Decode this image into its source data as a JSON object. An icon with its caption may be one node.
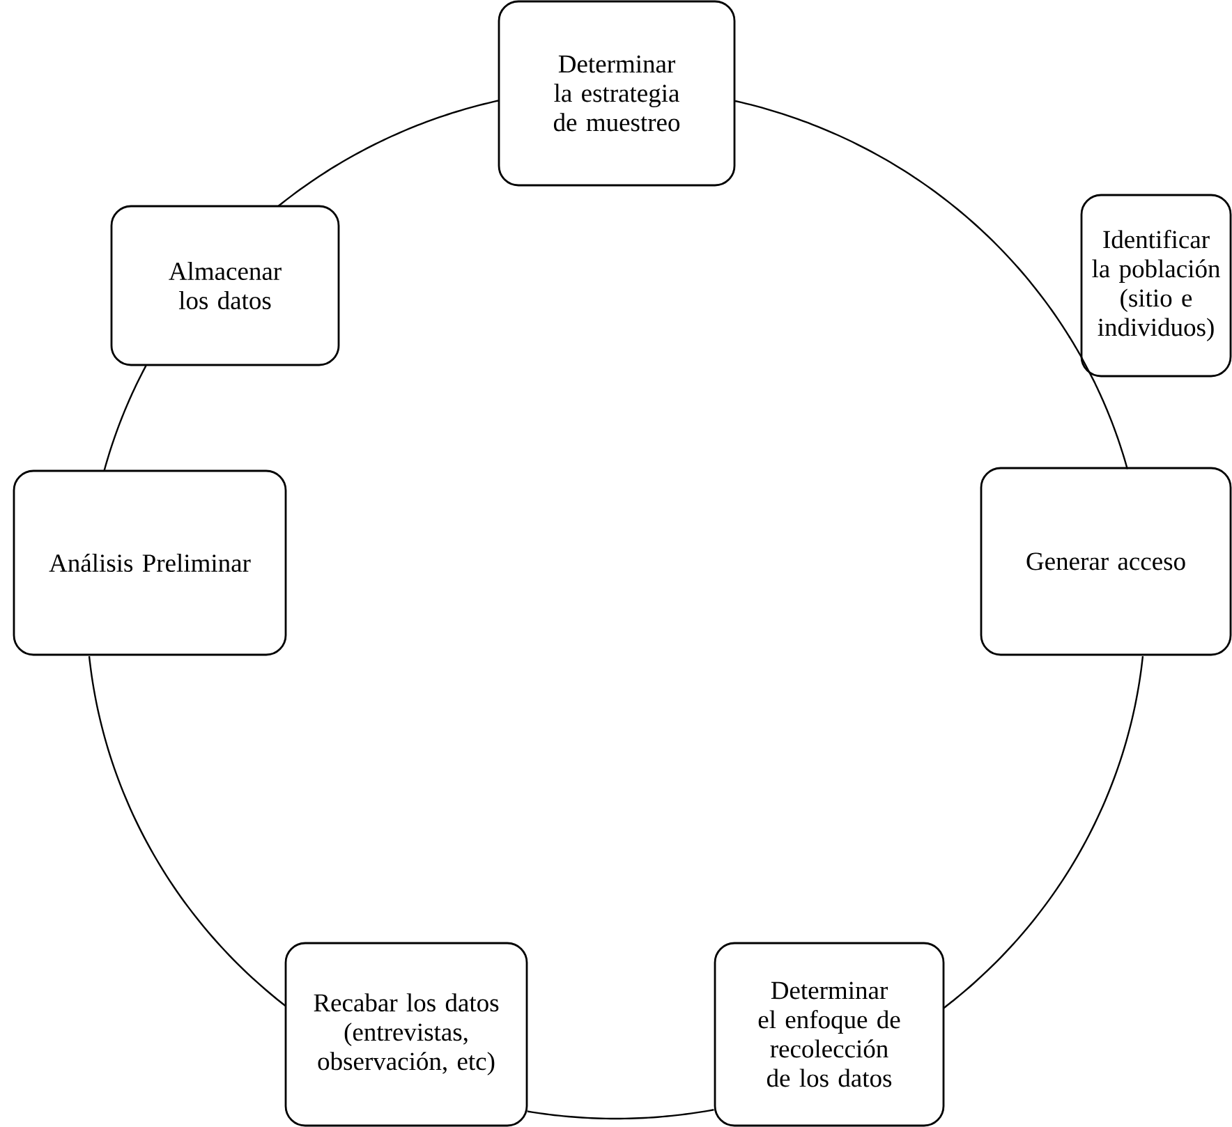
{
  "diagram": {
    "nodes": [
      {
        "text": [
          "Determinar la estrategia de muestreo"
        ]
      },
      {
        "text": [
          "Identificar la población (sitio e individuos)"
        ]
      },
      {
        "text": [
          "Generar acceso"
        ]
      },
      {
        "text": [
          "Determinar el enfoque de recolección de los datos"
        ]
      },
      {
        "text": [
          "Recabar los datos (entrevistas, observación, etc)"
        ]
      },
      {
        "text": [
          "Análisis Preliminar"
        ]
      },
      {
        "text": [
          "Almacenar los datos"
        ]
      }
    ],
    "edges": [
      {
        "from": 0,
        "to": 1,
        "arrow": "none"
      },
      {
        "from": 1,
        "to": 2,
        "arrow": "none"
      },
      {
        "from": 2,
        "to": 3,
        "arrow": "none"
      },
      {
        "from": 3,
        "to": 4,
        "arrow": "none"
      },
      {
        "from": 4,
        "to": 5,
        "arrow": "none"
      },
      {
        "from": 5,
        "to": 6,
        "arrow": "none"
      },
      {
        "from": 6,
        "to": 0,
        "arrow": "none"
      }
    ]
  }
}
